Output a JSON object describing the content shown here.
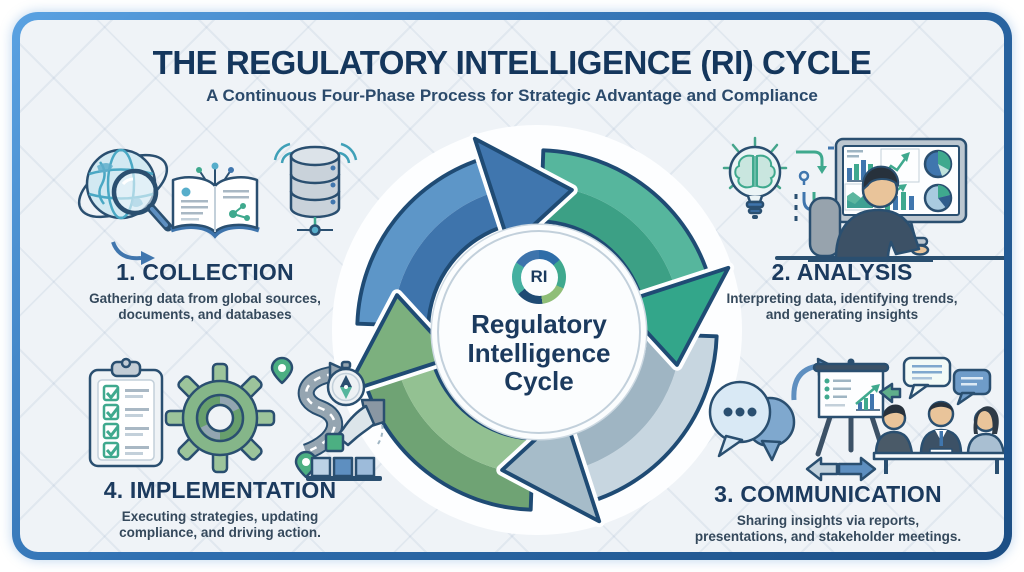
{
  "header": {
    "title": "THE REGULATORY INTELLIGENCE (RI) CYCLE",
    "subtitle": "A Continuous Four-Phase Process for Strategic Advantage and Compliance"
  },
  "center": {
    "logo": "RI",
    "lines": [
      "Regulatory",
      "Intelligence",
      "Cycle"
    ]
  },
  "phases": [
    {
      "number": "1",
      "name": "COLLECTION",
      "heading": "1. COLLECTION",
      "description": "Gathering data from global sources, documents, and databases",
      "position": "top-left",
      "icons": [
        "globe-search",
        "open-book",
        "database",
        "connector-arrow"
      ]
    },
    {
      "number": "2",
      "name": "ANALYSIS",
      "heading": "2. ANALYSIS",
      "description": "Interpreting data, identifying trends, and generating insights",
      "position": "top-right",
      "icons": [
        "lightbulb-brain",
        "flow-arrows",
        "analyst",
        "monitor-charts"
      ]
    },
    {
      "number": "3",
      "name": "COMMUNICATION",
      "heading": "3. COMMUNICATION",
      "description": "Sharing insights via reports, presentations, and stakeholder meetings.",
      "position": "bottom-right",
      "icons": [
        "speech-bubbles",
        "curved-arrow",
        "presentation-board",
        "exchange-arrows",
        "stakeholder-meeting"
      ]
    },
    {
      "number": "4",
      "name": "IMPLEMENTATION",
      "heading": "4. IMPLEMENTATION",
      "description": "Executing strategies, updating compliance, and driving action.",
      "position": "bottom-left",
      "icons": [
        "checklist-clipboard",
        "gear",
        "roadmap-pins",
        "compass",
        "hand-stacking-blocks"
      ]
    }
  ],
  "cycle": {
    "outline": "#1f4b74",
    "halo": "#fdfeff",
    "arrows": [
      {
        "quadrant": "top-left",
        "phase": "COLLECTION",
        "outer": "#5d96c8",
        "inner": "#3e74ac",
        "head": "#4076ae"
      },
      {
        "quadrant": "top-right",
        "phase": "ANALYSIS",
        "outer": "#56b69d",
        "inner": "#3ca085",
        "head": "#33a68a"
      },
      {
        "quadrant": "bottom-right",
        "phase": "COMMUNICATION",
        "outer": "#c7d6e0",
        "inner": "#9fb5c3",
        "head": "#a6bcc9"
      },
      {
        "quadrant": "bottom-left",
        "phase": "IMPLEMENTATION",
        "outer": "#6fa374",
        "inner": "#93c192",
        "head": "#7cb07e"
      }
    ]
  },
  "palette": {
    "background": "#eff3f7",
    "frame_border_top": "#5aa2e2",
    "frame_border_bottom": "#1c4e84",
    "heading_text": "#1b3a5e",
    "body_text": "#35495c"
  }
}
